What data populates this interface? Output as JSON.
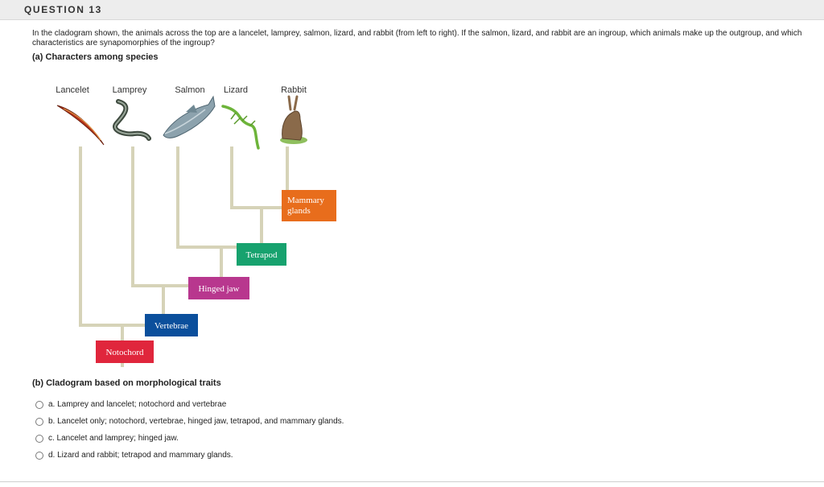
{
  "question": {
    "number_label": "QUESTION 13",
    "text": "In the cladogram shown, the animals across the top are a lancelet, lamprey, salmon, lizard, and rabbit (from left to right). If the salmon, lizard, and rabbit are an ingroup, which animals make up the outgroup, and which characteristics are synapomorphies of the ingroup?",
    "subtitle_a": "(a) Characters among species",
    "subtitle_b": "(b) Cladogram based on morphological traits"
  },
  "cladogram": {
    "species": [
      "Lancelet",
      "Lamprey",
      "Salmon",
      "Lizard",
      "Rabbit"
    ],
    "traits": {
      "notochord": "Notochord",
      "vertebrae": "Vertebrae",
      "hinged_jaw": "Hinged jaw",
      "tetrapod": "Tetrapod",
      "mammary_1": "Mammary",
      "mammary_2": "glands"
    },
    "colors": {
      "branch": "#d6d3b8",
      "notochord": "#e0263c",
      "vertebrae": "#0b4f9c",
      "hinged_jaw": "#b8378e",
      "tetrapod": "#17a26e",
      "mammary": "#e86d1c"
    },
    "icons": [
      "lancelet-icon",
      "lamprey-icon",
      "salmon-icon",
      "lizard-icon",
      "rabbit-icon"
    ]
  },
  "options": [
    {
      "label": "a.  Lamprey and lancelet; notochord and vertebrae"
    },
    {
      "label": "b. Lancelet only; notochord, vertebrae, hinged jaw, tetrapod, and mammary glands."
    },
    {
      "label": "c. Lancelet and lamprey; hinged jaw."
    },
    {
      "label": "d. Lizard and rabbit; tetrapod and mammary glands."
    }
  ]
}
